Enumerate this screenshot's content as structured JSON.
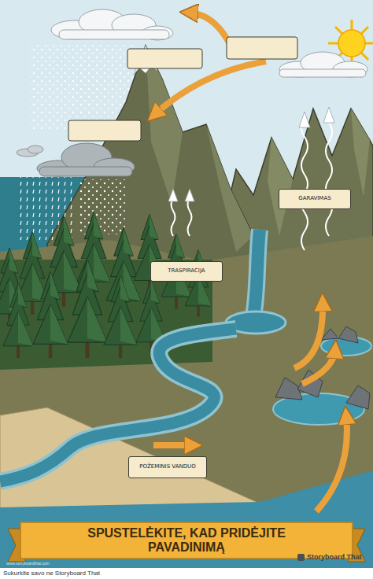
{
  "diagram": {
    "title": "SPUSTELĖKITE, KAD PRIDĖJITE PAVADINIMĄ",
    "caption": "Sukurkite savo ne Storyboard That",
    "nodes": [
      {
        "text": [
          "GARAVIMAS"
        ]
      },
      {
        "text": [
          "TRASPIRACIJA"
        ]
      },
      {
        "text": [
          "POŽEMINIS VANDUO"
        ]
      }
    ],
    "labels": [
      "www.storyboardthat.com",
      "Storyboard That"
    ]
  }
}
